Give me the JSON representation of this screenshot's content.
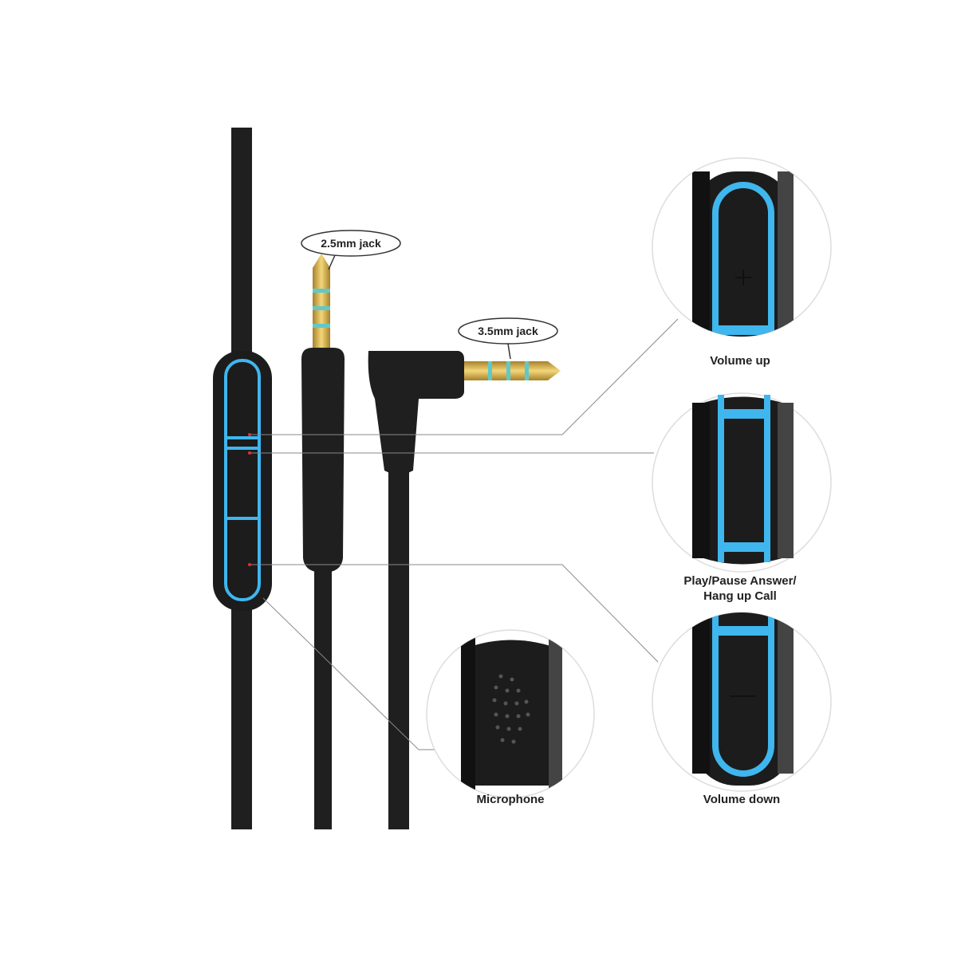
{
  "labels": {
    "jack_25": "2.5mm jack",
    "jack_35": "3.5mm jack",
    "volume_up": "Volume up",
    "play_pause_line1": "Play/Pause Answer/",
    "play_pause_line2": "Hang up Call",
    "volume_down": "Volume down",
    "microphone": "Microphone"
  },
  "colors": {
    "cable": "#1f1f1f",
    "accent_blue": "#3fb6ee",
    "gold": "#d8b24a",
    "callout_line": "#8a8a8a"
  }
}
